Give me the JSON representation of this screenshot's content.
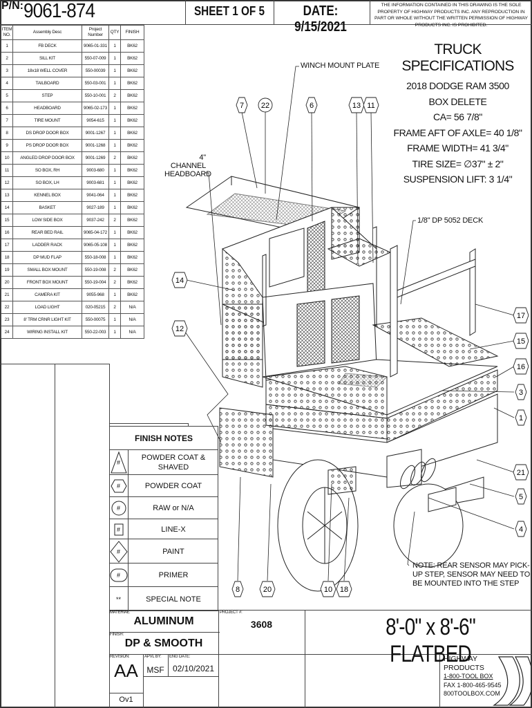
{
  "header": {
    "pn_label": "P/N:",
    "pn_value": "9061-874",
    "sheet": "SHEET 1 OF 5",
    "date": "DATE: 9/15/2021",
    "notice": "THE INFORMATION CONTAINED IN THIS DRAWING IS THE SOLE PROPERTY OF HIGHWAY PRODUCTS INC. ANY REPRODUCTION IN PART OR WHOLE WITHOUT THE WRITTEN PERMISSION OF HIGHWAY PRODUCTS INC. IS PROHIBITED."
  },
  "bom": {
    "headers": [
      "ITEM NO.",
      "Assembly Desc",
      "Project Number",
      "QTY",
      "FINISH"
    ],
    "rows": [
      [
        "1",
        "FB DECK",
        "9065-01-331",
        "1",
        "BK62"
      ],
      [
        "2",
        "SILL KIT",
        "550-07-009",
        "1",
        "BK62"
      ],
      [
        "3",
        "18x18 WELL COVER",
        "550-00039",
        "1",
        "BK62"
      ],
      [
        "4",
        "TAILBOARD",
        "550-03-001",
        "1",
        "BK62"
      ],
      [
        "5",
        "STEP",
        "550-10-001",
        "2",
        "BK62"
      ],
      [
        "6",
        "HEADBOARD",
        "9065-02-173",
        "1",
        "BK62"
      ],
      [
        "7",
        "TIRE MOUNT",
        "9054-615",
        "1",
        "BK62"
      ],
      [
        "8",
        "DS DROP DOOR BOX",
        "9001-1267",
        "1",
        "BK62"
      ],
      [
        "9",
        "PS DROP DOOR BOX",
        "9001-1268",
        "1",
        "BK62"
      ],
      [
        "10",
        "ANGLED DROP DOOR BOX",
        "9001-1269",
        "2",
        "BK62"
      ],
      [
        "11",
        "SO BOX, RH",
        "9003-680",
        "1",
        "BK62"
      ],
      [
        "12",
        "SO BOX, LH",
        "9003-681",
        "1",
        "BK62"
      ],
      [
        "13",
        "KENNEL BOX",
        "9041-064",
        "1",
        "BK62"
      ],
      [
        "14",
        "BASKET",
        "9027-189",
        "1",
        "BK62"
      ],
      [
        "15",
        "LOW SIDE BOX",
        "9037-242",
        "2",
        "BK62"
      ],
      [
        "16",
        "REAR BED RAIL",
        "9065-04-172",
        "1",
        "BK62"
      ],
      [
        "17",
        "LADDER RACK",
        "9065-05-108",
        "1",
        "BK62"
      ],
      [
        "18",
        "DP MUD FLAP",
        "550-18-008",
        "1",
        "BK62"
      ],
      [
        "19",
        "SMALL BOX MOUNT",
        "550-19-008",
        "2",
        "BK62"
      ],
      [
        "20",
        "FRONT BOX MOUNT",
        "550-19-004",
        "2",
        "BK62"
      ],
      [
        "21",
        "CAMERA KIT",
        "9055-968",
        "1",
        "BK62"
      ],
      [
        "22",
        "LOAD LIGHT",
        "020-05215",
        "2",
        "N/A"
      ],
      [
        "23",
        "8' TRM CRNR LIGHT KIT",
        "550-00075",
        "1",
        "N/A"
      ],
      [
        "24",
        "WIRING INSTALL KIT",
        "550-22-003",
        "1",
        "N/A"
      ]
    ]
  },
  "specs": {
    "title": "TRUCK SPECIFICATIONS",
    "lines": [
      "2018 DODGE RAM 3500",
      "BOX DELETE",
      "CA=  56 7/8\"",
      "FRAME AFT OF AXLE= 40 1/8\"",
      "FRAME WIDTH= 41 3/4\"",
      "TIRE SIZE= ∅37\"  ± 2\"",
      "SUSPENSION LIFT: 3 1/4\""
    ]
  },
  "callouts": {
    "winch": "WINCH MOUNT PLATE",
    "channel_line1": "4\" CHANNEL",
    "channel_line2": "HEADBOARD",
    "deck": "1/8\" DP 5052 DECK",
    "note_line1": "NOTE: REAR SENSOR MAY PICK-",
    "note_line2": "UP STEP, SENSOR MAY NEED TO",
    "note_line3": "BE MOUNTED INTO THE STEP"
  },
  "balloons": [
    {
      "label": "7",
      "shape": "hexagon"
    },
    {
      "label": "22",
      "shape": "circle"
    },
    {
      "label": "6",
      "shape": "hexagon"
    },
    {
      "label": "13",
      "shape": "hexagon"
    },
    {
      "label": "11",
      "shape": "hexagon"
    },
    {
      "label": "14",
      "shape": "hexagon"
    },
    {
      "label": "12",
      "shape": "hexagon"
    },
    {
      "label": "17",
      "shape": "hexagon"
    },
    {
      "label": "15",
      "shape": "hexagon"
    },
    {
      "label": "16",
      "shape": "hexagon"
    },
    {
      "label": "3",
      "shape": "hexagon"
    },
    {
      "label": "1",
      "shape": "hexagon"
    },
    {
      "label": "21",
      "shape": "hexagon"
    },
    {
      "label": "5",
      "shape": "hexagon"
    },
    {
      "label": "4",
      "shape": "hexagon"
    },
    {
      "label": "8",
      "shape": "hexagon"
    },
    {
      "label": "20",
      "shape": "hexagon"
    },
    {
      "label": "10",
      "shape": "hexagon"
    },
    {
      "label": "18",
      "shape": "hexagon"
    }
  ],
  "finish_notes": {
    "title": "FINISH NOTES",
    "items": [
      {
        "symbol": "#",
        "shape": "triangle",
        "label": "POWDER COAT & SHAVED"
      },
      {
        "symbol": "#",
        "shape": "hexagon",
        "label": "POWDER COAT"
      },
      {
        "symbol": "#",
        "shape": "circle",
        "label": "RAW or N/A"
      },
      {
        "symbol": "#",
        "shape": "square",
        "label": "LINE-X"
      },
      {
        "symbol": "#",
        "shape": "diamond",
        "label": "PAINT"
      },
      {
        "symbol": "#",
        "shape": "rounded",
        "label": "PRIMER"
      },
      {
        "symbol": "**",
        "shape": "none",
        "label": "SPECIAL NOTE"
      }
    ]
  },
  "title_block": {
    "material_label": "MATERIAL:",
    "material": "ALUMINUM",
    "project_label": "PROJECT #:",
    "project": "3608",
    "finish_label": "FINISH:",
    "finish": "DP & SMOOTH",
    "revision_label": "REVISION:",
    "revision": "AA",
    "revision_sub": "Ov1",
    "apvl_label": "APVL BY:",
    "apvl": "MSF",
    "eng_date_label": "ENG DATE:",
    "eng_date": "02/10/2021",
    "product_title": "8'-0\" x 8'-6\"  FLATBED"
  },
  "company": {
    "name_line1": "HIGHWAY",
    "name_line2": "PRODUCTS",
    "phone": "1-800-TOOL BOX",
    "fax": "FAX 1-800-465-9545",
    "web": "800TOOLBOX.COM"
  }
}
